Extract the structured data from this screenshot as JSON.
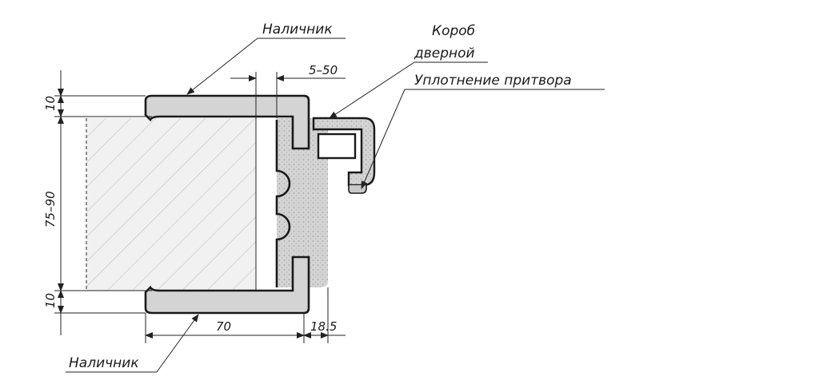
{
  "labels": {
    "casing_top": "Наличник",
    "casing_bottom": "Наличник",
    "frame_line1": "Короб",
    "frame_line2": "дверной",
    "seal": "Уплотнение притвора"
  },
  "dimensions": {
    "gap": "5–50",
    "top_casing_thickness": "10",
    "wall_thickness": "75–90",
    "bottom_casing_thickness": "10",
    "casing_width": "70",
    "casing_offset": "18.5"
  },
  "colors": {
    "line": "#1a1a1a",
    "profile_fill": "#d4d4d4",
    "wall_fill": "#f1f1f1",
    "hatch": "#c2c2c2"
  }
}
